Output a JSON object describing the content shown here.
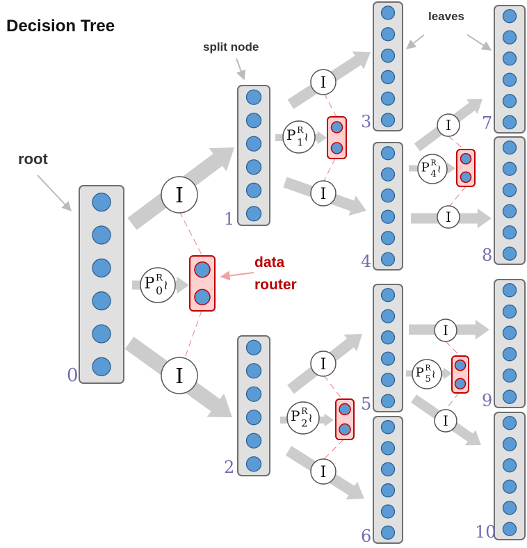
{
  "title": "Decision Tree",
  "callouts": {
    "root": "root",
    "split_node": "split node",
    "leaves": "leaves",
    "data_router_line1": "data",
    "data_router_line2": "router"
  },
  "node_numbers": [
    "0",
    "1",
    "2",
    "3",
    "4",
    "5",
    "6",
    "7",
    "8",
    "9",
    "10"
  ],
  "identity_symbol": "I",
  "router_symbol": {
    "base": "P",
    "superscript": "R",
    "tilde": "≀",
    "subscripts": [
      "0",
      "1",
      "2",
      "4",
      "5"
    ]
  },
  "colors": {
    "node_fill": "#e0e0e0",
    "node_border": "#6f6f6f",
    "unit_fill": "#5b9bd5",
    "unit_border": "#2f5f8f",
    "arrow": "#cccccc",
    "router_fill": "#ffd0d0",
    "router_border": "#c00000",
    "number_color": "#6f6fb0",
    "router_label_color": "#b80000"
  }
}
